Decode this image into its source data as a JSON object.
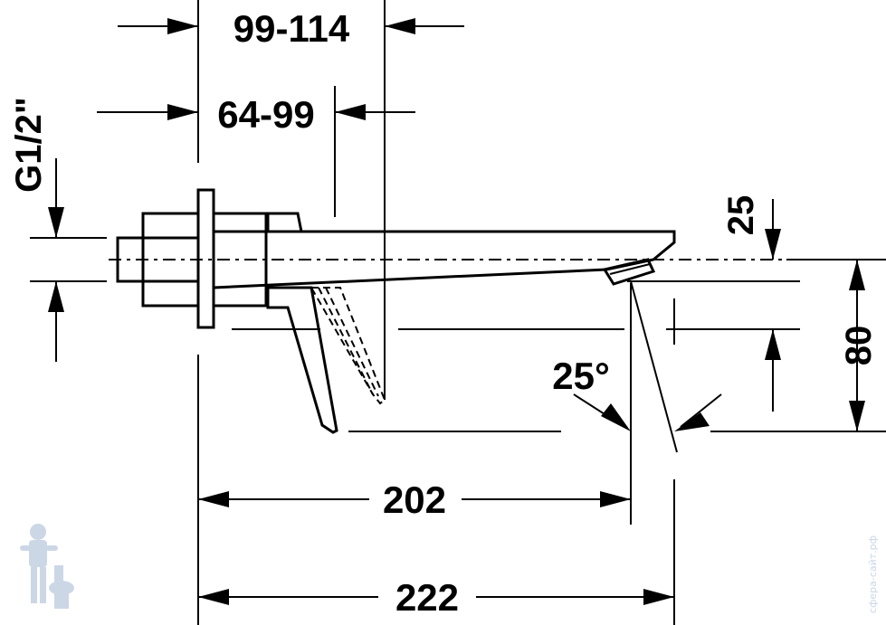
{
  "dimensions": {
    "wall_offset_outer": "99-114",
    "wall_offset_inner": "64-99",
    "thread": "G1/2\"",
    "spout_height": "25",
    "height_below_spout": "80",
    "angle": "25°",
    "projection_outlet": "202",
    "projection_total": "222"
  },
  "watermark": {
    "text": "сфера-сайт.рф",
    "icon": "plumber-mascot-icon"
  },
  "colors": {
    "line": "#000000",
    "background": "#ffffff",
    "watermark": "#c9d6e6"
  }
}
